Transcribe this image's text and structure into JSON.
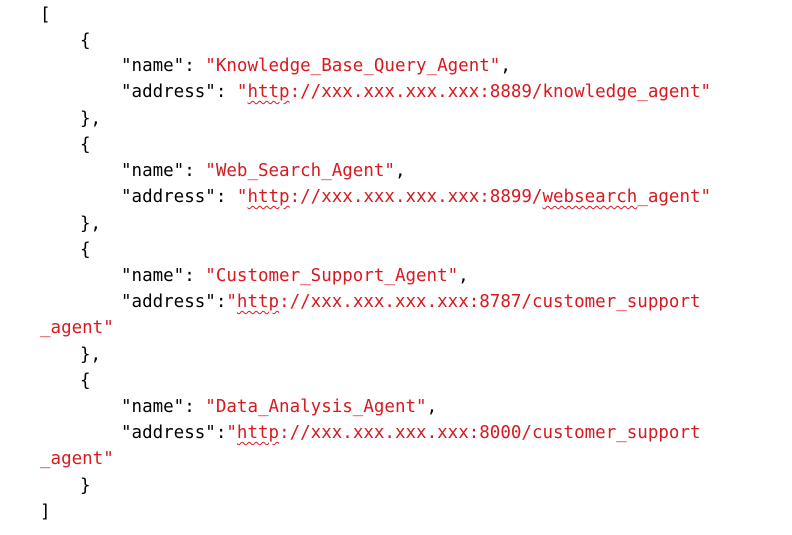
{
  "lines": {
    "open_bracket": "[",
    "close_bracket": "]",
    "obj_open": "{",
    "obj_close_comma": "},",
    "obj_close": "}"
  },
  "keys": {
    "name": "\"name\"",
    "address": "\"address\"",
    "sep": ": ",
    "sep_tight": ":",
    "comma": ","
  },
  "agents": [
    {
      "name": "\"Knowledge_Base_Query_Agent\"",
      "url_quote": "\"",
      "url_scheme": "http",
      "url_rest_a": "://xxx.xxx.xxx.xxx:8889/knowledge_agent\"",
      "url_squig": "",
      "url_rest_b": ""
    },
    {
      "name": "\"Web_Search_Agent\"",
      "url_quote": "\"",
      "url_scheme": "http",
      "url_rest_a": "://xxx.xxx.xxx.xxx:8899/",
      "url_squig": "websearch",
      "url_rest_b": "_agent\""
    },
    {
      "name": "\"Customer_Support_Agent\"",
      "url_quote": "\"",
      "url_scheme": "http",
      "url_rest_a": "://xxx.xxx.xxx.xxx:8787/customer_support",
      "url_wrap": "_agent\""
    },
    {
      "name": "\"Data_Analysis_Agent\"",
      "url_quote": "\"",
      "url_scheme": "http",
      "url_rest_a": "://xxx.xxx.xxx.xxx:8000/customer_support",
      "url_wrap": "_agent\""
    }
  ]
}
